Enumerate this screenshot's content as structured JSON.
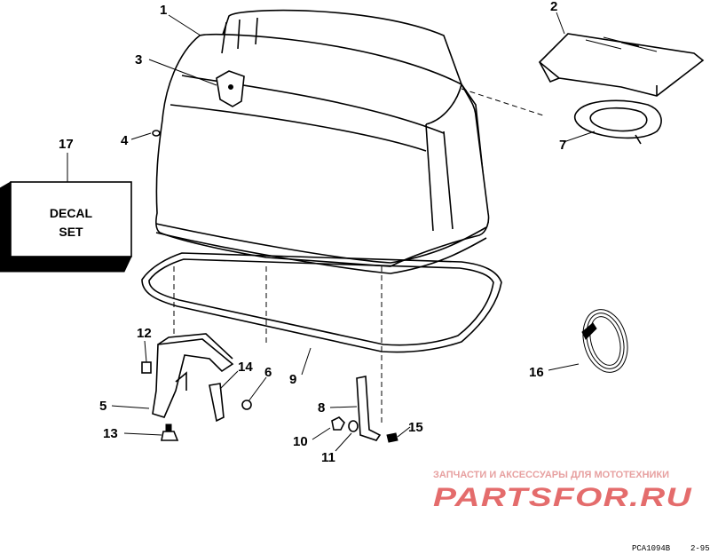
{
  "callouts": {
    "c1": "1",
    "c2": "2",
    "c3": "3",
    "c4": "4",
    "c5": "5",
    "c6": "6",
    "c7": "7",
    "c8": "8",
    "c9": "9",
    "c10": "10",
    "c11": "11",
    "c12": "12",
    "c13": "13",
    "c14": "14",
    "c15": "15",
    "c16": "16",
    "c17": "17"
  },
  "decal_box": {
    "line1": "DECAL",
    "line2": "SET"
  },
  "watermark": {
    "tagline": "ЗАПЧАСТИ И АКСЕССУАРЫ ДЛЯ МОТОТЕХНИКИ",
    "brand": "PARTSFOR.RU"
  },
  "figure_code": {
    "code": "PCA1094B",
    "date": "2-95"
  }
}
